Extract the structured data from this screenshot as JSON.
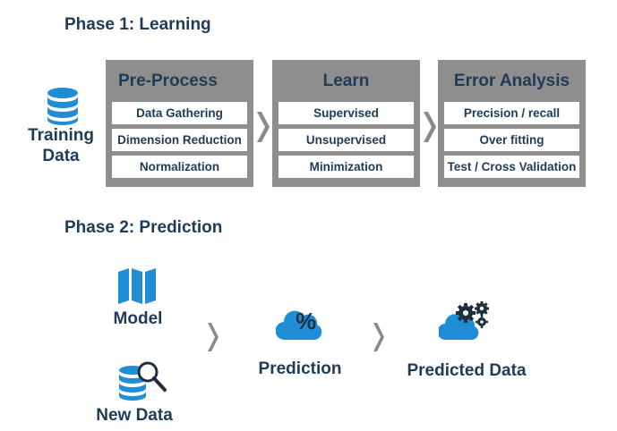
{
  "phase1": {
    "title": "Phase 1: Learning",
    "training_data_label_line1": "Training",
    "training_data_label_line2": "Data",
    "panels": [
      {
        "title": "Pre-Process",
        "items": [
          "Data Gathering",
          "Dimension Reduction",
          "Normalization"
        ]
      },
      {
        "title": "Learn",
        "items": [
          "Supervised",
          "Unsupervised",
          "Minimization"
        ]
      },
      {
        "title": "Error Analysis",
        "items": [
          "Precision / recall",
          "Over fitting",
          "Test / Cross Validation"
        ]
      }
    ]
  },
  "phase2": {
    "title": "Phase 2: Prediction",
    "model_label": "Model",
    "new_data_label": "New Data",
    "prediction_label": "Prediction",
    "predicted_data_label": "Predicted Data",
    "percent_symbol": "%"
  },
  "colors": {
    "text": "#1f3b57",
    "accent_blue": "#1f8ed6",
    "panel_gray": "#8e8e8e",
    "chevron_gray": "#8a8a8a",
    "dark_gear": "#1f2f3f"
  }
}
